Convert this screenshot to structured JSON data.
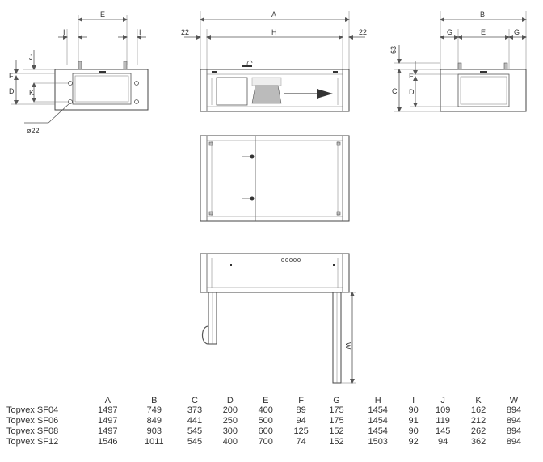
{
  "labels": {
    "E": "E",
    "I": "I",
    "A": "A",
    "H": "H",
    "B": "B",
    "G": "G",
    "J": "J",
    "F": "F",
    "D": "D",
    "K": "K",
    "C": "C",
    "W": "W",
    "offset": "22",
    "height63": "63",
    "diameter": "ø22"
  },
  "table": {
    "headers": [
      "",
      "A",
      "B",
      "C",
      "D",
      "E",
      "F",
      "G",
      "H",
      "I",
      "J",
      "K",
      "W"
    ],
    "rows": [
      [
        "Topvex SF04",
        "1497",
        "749",
        "373",
        "200",
        "400",
        "89",
        "175",
        "1454",
        "90",
        "109",
        "162",
        "894"
      ],
      [
        "Topvex SF06",
        "1497",
        "849",
        "441",
        "250",
        "500",
        "94",
        "175",
        "1454",
        "91",
        "119",
        "212",
        "894"
      ],
      [
        "Topvex SF08",
        "1497",
        "903",
        "545",
        "300",
        "600",
        "125",
        "152",
        "1454",
        "90",
        "145",
        "262",
        "894"
      ],
      [
        "Topvex SF12",
        "1546",
        "1011",
        "545",
        "400",
        "700",
        "74",
        "152",
        "1503",
        "92",
        "94",
        "362",
        "894"
      ]
    ]
  }
}
